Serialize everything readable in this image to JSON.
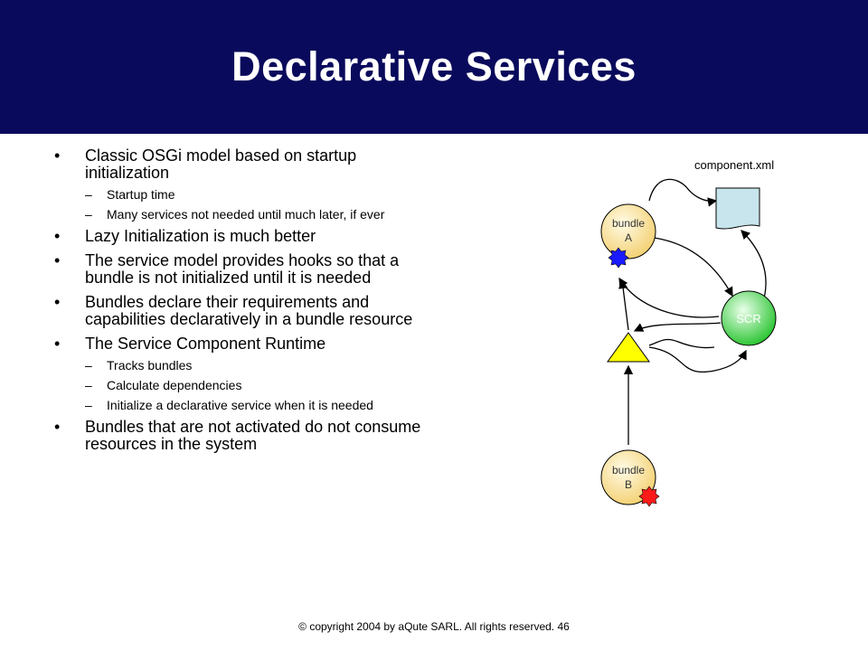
{
  "title": "Declarative Services",
  "bullets": [
    {
      "text": "Classic OSGi model based on startup initialization",
      "sub": [
        "Startup time",
        "Many services not needed until much later, if ever"
      ]
    },
    {
      "text": "Lazy Initialization is much better",
      "sub": []
    },
    {
      "text": "The service model provides hooks so that a bundle is not initialized until it is needed",
      "sub": []
    },
    {
      "text": "Bundles declare their requirements and capabilities declaratively in a bundle resource",
      "sub": []
    },
    {
      "text": "The Service Component Runtime",
      "sub": [
        "Tracks bundles",
        "Calculate dependencies",
        "Initialize a declarative service when it is needed"
      ]
    },
    {
      "text": "Bundles that are not activated do not consume resources in the system",
      "sub": []
    }
  ],
  "bullet_glyph": "•",
  "dash_glyph": "–",
  "diagram": {
    "file_label": "component.xml",
    "bundle_a_line1": "bundle",
    "bundle_a_line2": "A",
    "bundle_b_line1": "bundle",
    "bundle_b_line2": "B",
    "scr_label": "SCR"
  },
  "footer": "© copyright 2004 by aQute SARL. All rights reserved. 46",
  "colors": {
    "header_bg": "#0a0a5c",
    "bundle_fill": "#f7dc8f",
    "scr_fill": "#5fdc5f",
    "file_fill": "#c8e4ec",
    "triangle_fill": "#ffff00",
    "active_star": "#1a1aff",
    "inactive_star": "#ff1a1a"
  }
}
